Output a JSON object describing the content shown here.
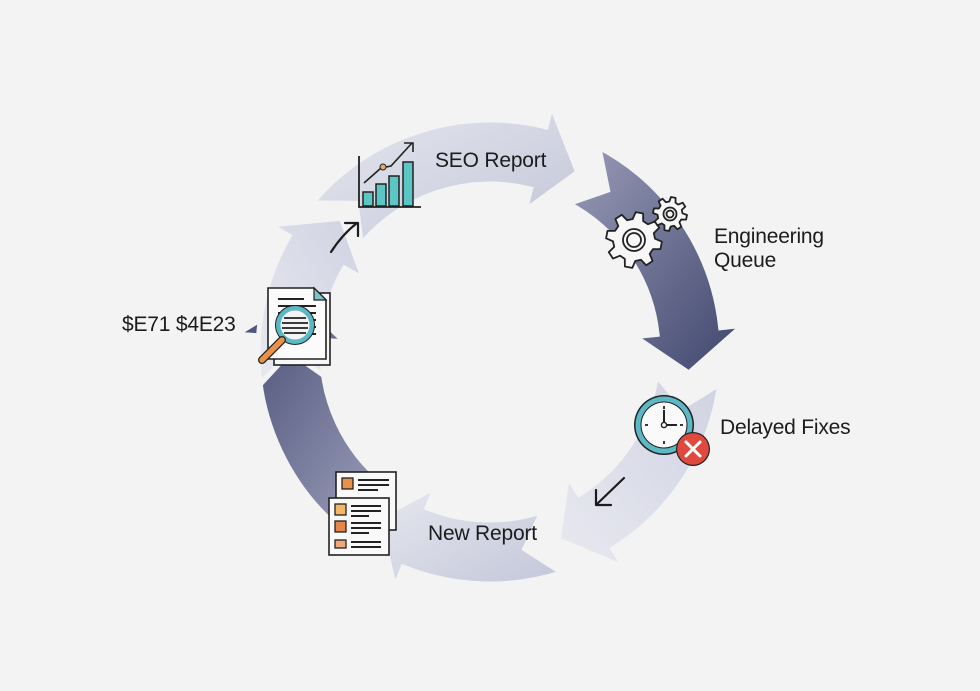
{
  "diagram": {
    "type": "cycle",
    "direction": "clockwise",
    "colors": {
      "background": "#f3f3f4",
      "segment_light": "#c9cbdc",
      "segment_light_edge": "#e4e5ee",
      "segment_dark": "#4a5078",
      "segment_dark_edge": "#8a8eab",
      "teal": "#5bb8c4",
      "orange": "#e8914a",
      "red": "#e04a3e",
      "text": "#1c1c1e"
    },
    "stages": [
      {
        "id": "seo-report",
        "label": "SEO Report",
        "icon": "bar-chart-trend-icon",
        "tone": "light"
      },
      {
        "id": "engineering-queue",
        "label": "Engineering\nQueue",
        "label_lines": [
          "Engineering",
          "Queue"
        ],
        "icon": "gears-icon",
        "tone": "dark"
      },
      {
        "id": "delayed-fixes",
        "label": "Delayed Fixes",
        "icon": "clock-error-icon",
        "tone": "light"
      },
      {
        "id": "new-report",
        "label": "New Report",
        "icon": "report-list-icon",
        "tone": "dark"
      },
      {
        "id": "audit",
        "label": "$E71 $4E23",
        "icon": "document-search-icon",
        "tone": "light"
      }
    ],
    "connector_arrows": [
      {
        "between": [
          "audit",
          "seo-report"
        ],
        "icon": "arrow-up-right-icon"
      },
      {
        "between": [
          "delayed-fixes",
          "new-report"
        ],
        "icon": "arrow-down-left-icon"
      }
    ]
  }
}
